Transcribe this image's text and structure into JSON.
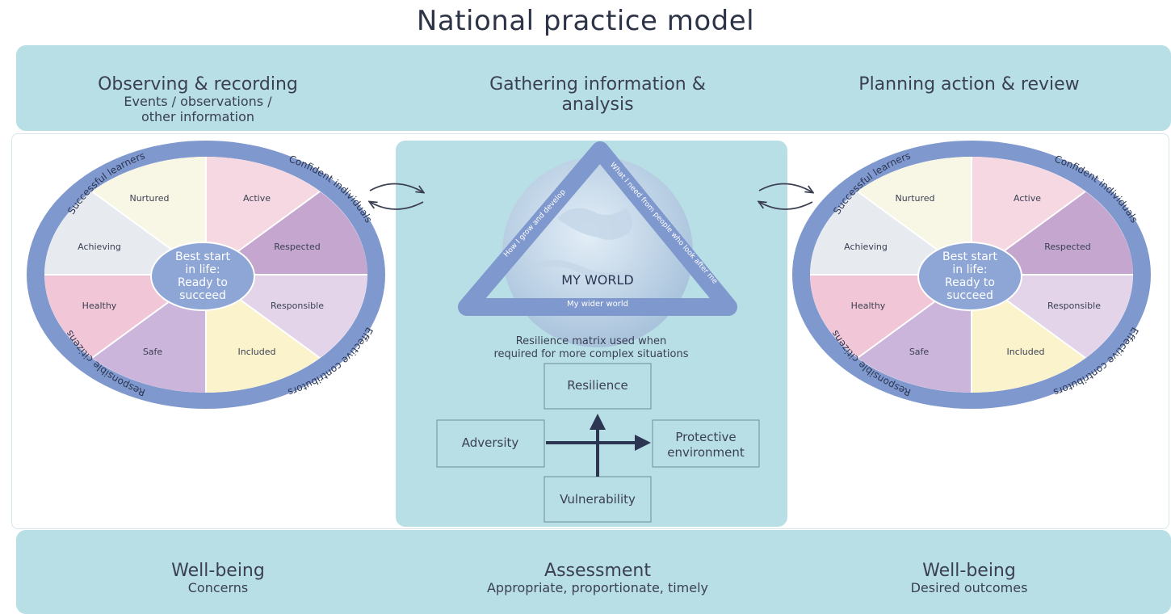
{
  "title": "National practice model",
  "top_band": {
    "left": {
      "heading": "Observing & recording",
      "sub_line1": "Events / observations /",
      "sub_line2": "other information"
    },
    "center": {
      "heading_line1": "Gathering information &",
      "heading_line2": "analysis"
    },
    "right": {
      "heading": "Planning action & review"
    }
  },
  "bottom_band": {
    "left": {
      "heading": "Well-being",
      "sub": "Concerns"
    },
    "center": {
      "heading": "Assessment",
      "sub": "Appropriate, proportionate, timely"
    },
    "right": {
      "heading": "Well-being",
      "sub": "Desired outcomes"
    }
  },
  "wheel": {
    "center_line1": "Best start",
    "center_line2": "in life:",
    "center_line3": "Ready to",
    "center_line4": "succeed",
    "segments": {
      "nurtured": "Nurtured",
      "active": "Active",
      "respected": "Respected",
      "responsible": "Responsible",
      "included": "Included",
      "safe": "Safe",
      "healthy": "Healthy",
      "achieving": "Achieving"
    },
    "rim": {
      "successful_learners": "Successful learners",
      "confident_individuals": "Confident individuals",
      "effective_contributors": "Effective contributors",
      "responsible_citizens": "Responsible citizens"
    }
  },
  "my_world": {
    "label": "MY WORLD",
    "side_left": "How I grow and develop",
    "side_right": "What I need from people who look after me",
    "side_bottom": "My wider world"
  },
  "resilience": {
    "caption_line1": "Resilience matrix used when",
    "caption_line2": "required for more complex situations",
    "top": "Resilience",
    "left": "Adversity",
    "right_line1": "Protective",
    "right_line2": "environment",
    "bottom": "Vulnerability"
  },
  "colors": {
    "band": "#b9dfe6",
    "rim": "#7f98cd",
    "hub": "#8ea6d6",
    "nurtured": "#f8f6e4",
    "active": "#f6d8e2",
    "respected": "#c4a6cf",
    "responsible": "#e3d4ea",
    "included": "#fbf3cc",
    "safe": "#ccb5da",
    "healthy": "#f1c6d6",
    "achieving": "#e7ebf0",
    "dark_arrow": "#2c3552"
  }
}
